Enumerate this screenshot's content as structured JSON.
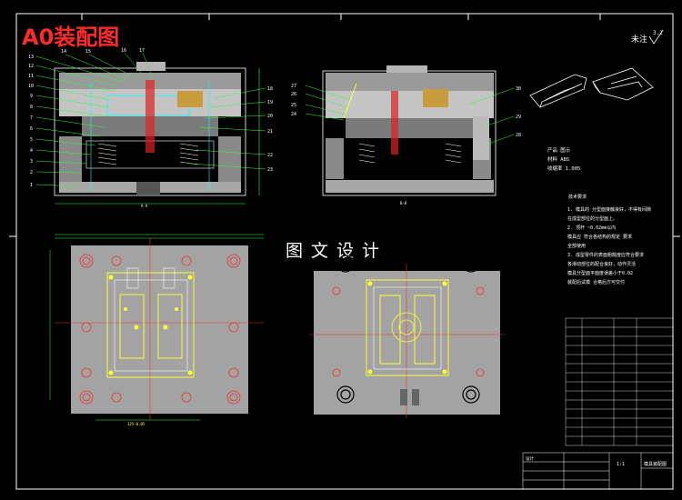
{
  "drawing_title": "A0装配图",
  "watermark": "图文设计",
  "roughness": {
    "label": "未注",
    "value": "3.2"
  },
  "part_balloons_left": [
    "1",
    "2",
    "3",
    "4",
    "5",
    "6",
    "7",
    "8",
    "9",
    "10",
    "11",
    "12",
    "13",
    "14",
    "15",
    "16",
    "17"
  ],
  "part_balloons_right": [
    "18",
    "19",
    "20",
    "21",
    "22",
    "23"
  ],
  "part_balloons_mid": [
    "24",
    "25",
    "26",
    "27"
  ],
  "part_balloons_far_right": [
    "28",
    "29",
    "30"
  ],
  "section_label_a": "A-A",
  "section_label_b": "B-B",
  "material": {
    "name_label": "产品 图示",
    "material_label": "材料 ABS",
    "shrink_label": "收缩率 1.005"
  },
  "tech_requirements": {
    "heading": "技术要求",
    "lines": [
      "1. 模具的 分型面接触良好，不得有间隙",
      "   在成型部位的分型面上。",
      "2. 顶杆 ~0.02mm以内",
      "模具应 符合各结构的规定 要求",
      "全部使用",
      "3. 成型零件的表面粗糙度应符合要求",
      "各滑动部位的配合良好，动作灵活",
      "模具分型面平面度误差小于0.02",
      "装配后试模 合格后方可交付"
    ]
  },
  "dimension_label": "125-0.05",
  "title_block": {
    "designer": "设计",
    "title": "模具装配图",
    "scale": "1:1"
  }
}
